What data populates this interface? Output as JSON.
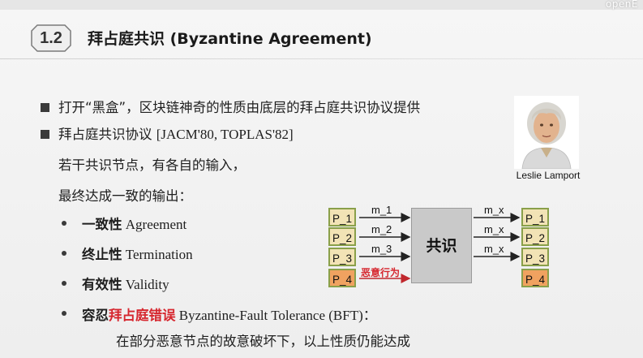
{
  "watermark": "openE",
  "header": {
    "section_number": "1.2",
    "title": "拜占庭共识 (Byzantine Agreement)"
  },
  "bullets": {
    "b1": "打开“黑盒”，区块链神奇的性质由底层的拜占庭共识协议提供",
    "b2_cn": "拜占庭共识协议 ",
    "b2_ref": "[JACM'80, TOPLAS'82]",
    "l3": "若干共识节点，有各自的输入，",
    "l4": "最终达成一致的输出：",
    "p1_cn": "一致性",
    "p1_en": " Agreement",
    "p2_cn": "终止性",
    "p2_en": " Termination",
    "p3_cn": "有效性",
    "p3_en": " Validity",
    "p4_pre": "容忍",
    "p4_red": "拜占庭错误",
    "p4_en": " Byzantine-Fault Tolerance (BFT)：",
    "l_last": "在部分恶意节点的故意破坏下，以上性质仍能达成"
  },
  "portrait": {
    "caption": "Leslie Lamport"
  },
  "diagram": {
    "left_nodes": [
      "P_1",
      "P_2",
      "P_3",
      "P_4"
    ],
    "right_nodes": [
      "P_1",
      "P_2",
      "P_3",
      "P_4"
    ],
    "input_labels": [
      "m_1",
      "m_2",
      "m_3"
    ],
    "malicious_label": "恶意行为",
    "output_labels": [
      "m_x",
      "m_x",
      "m_x"
    ],
    "core_label": "共识",
    "colors": {
      "node_fill": "#f2e3b5",
      "faulty_fill": "#f0a260",
      "node_border": "#8aa04a",
      "core_fill": "#c9c9c9",
      "malicious_text": "#d6262e"
    }
  }
}
